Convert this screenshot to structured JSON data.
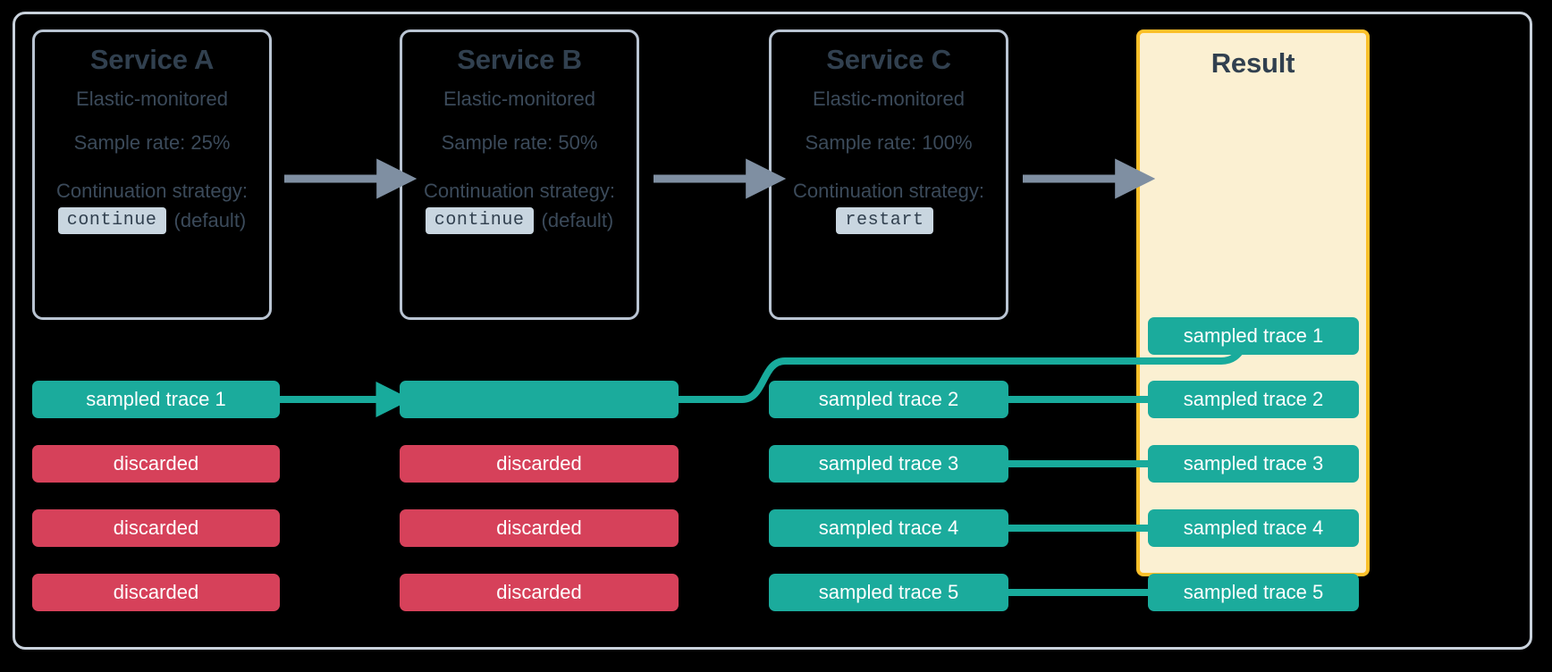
{
  "diagram": {
    "title": "Elastic APM distributed tracing sampling flow",
    "colors": {
      "frame_border": "#c9d2dc",
      "card_border": "#b9c4d2",
      "text": "#31404f",
      "sampled": "#1bab9c",
      "discarded": "#d6415a",
      "result_border": "#fcc02a",
      "result_fill": "#fbf0d2",
      "gray_arrow": "#7f8fa2"
    }
  },
  "services": [
    {
      "title": "Service A",
      "subtitle": "Elastic-monitored",
      "rate": "Sample rate: 25%",
      "continuation_label": "Continuation strategy:",
      "strategy": "continue",
      "strategy_note": "(default)"
    },
    {
      "title": "Service B",
      "subtitle": "Elastic-monitored",
      "rate": "Sample rate: 50%",
      "continuation_label": "Continuation strategy:",
      "strategy": "continue",
      "strategy_note": "(default)"
    },
    {
      "title": "Service C",
      "subtitle": "Elastic-monitored",
      "rate": "Sample rate: 100%",
      "continuation_label": "Continuation strategy:",
      "strategy": "restart",
      "strategy_note": ""
    }
  ],
  "result": {
    "title": "Result",
    "traces": [
      "sampled trace 1",
      "sampled trace 2",
      "sampled trace 3",
      "sampled trace 4",
      "sampled trace 5"
    ]
  },
  "columns": {
    "service_a": [
      {
        "label": "sampled trace 1",
        "state": "sampled"
      },
      {
        "label": "discarded",
        "state": "discarded"
      },
      {
        "label": "discarded",
        "state": "discarded"
      },
      {
        "label": "discarded",
        "state": "discarded"
      }
    ],
    "service_b": [
      {
        "label": "",
        "state": "sampled"
      },
      {
        "label": "discarded",
        "state": "discarded"
      },
      {
        "label": "discarded",
        "state": "discarded"
      },
      {
        "label": "discarded",
        "state": "discarded"
      }
    ],
    "service_c": [
      {
        "label": "sampled trace 2",
        "state": "sampled"
      },
      {
        "label": "sampled trace 3",
        "state": "sampled"
      },
      {
        "label": "sampled trace 4",
        "state": "sampled"
      },
      {
        "label": "sampled trace 5",
        "state": "sampled"
      }
    ]
  }
}
